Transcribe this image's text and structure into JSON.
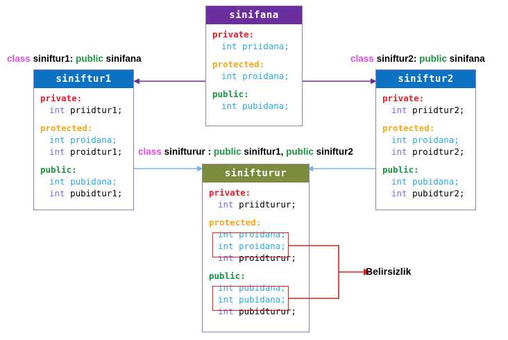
{
  "diagram": {
    "title": "C++ multiple inheritance ambiguity diagram",
    "colors": {
      "base_header": "#6b2e9e",
      "derived_header": "#0b72c4",
      "multi_header": "#7b8c3a",
      "box_border": "#9a7fb5",
      "inherit_arrow": "#6b2e9e",
      "multi_arrow": "#6fb7e8",
      "annotation": "#e02020",
      "private": "#ee1c25",
      "protected": "#f5a81c",
      "public": "#1a9641",
      "inherited_member": "#29abe2",
      "own_keyword": "#7b68ee",
      "caption_class": "#e64ae6",
      "caption_public": "#1a9641"
    }
  },
  "classes": {
    "base": {
      "name": "sinifana",
      "sections": [
        {
          "label": "private:",
          "kind": "private",
          "members": [
            {
              "keyword": "int",
              "name": "priidana;",
              "origin": "inherited"
            }
          ]
        },
        {
          "label": "protected:",
          "kind": "protected",
          "members": [
            {
              "keyword": "int",
              "name": "proidana;",
              "origin": "inherited"
            }
          ]
        },
        {
          "label": "public:",
          "kind": "public",
          "members": [
            {
              "keyword": "int",
              "name": "pubidana;",
              "origin": "inherited"
            }
          ]
        }
      ]
    },
    "derived1": {
      "name": "siniftur1",
      "sections": [
        {
          "label": "private:",
          "kind": "private",
          "members": [
            {
              "keyword": "int",
              "name": "priidtur1;",
              "origin": "own"
            }
          ]
        },
        {
          "label": "protected:",
          "kind": "protected",
          "members": [
            {
              "keyword": "int",
              "name": "proidana;",
              "origin": "inherited"
            },
            {
              "keyword": "int",
              "name": "proidtur1;",
              "origin": "own"
            }
          ]
        },
        {
          "label": "public:",
          "kind": "public",
          "members": [
            {
              "keyword": "int",
              "name": "pubidana;",
              "origin": "inherited"
            },
            {
              "keyword": "int",
              "name": "pubidtur1;",
              "origin": "own"
            }
          ]
        }
      ]
    },
    "derived2": {
      "name": "siniftur2",
      "sections": [
        {
          "label": "private:",
          "kind": "private",
          "members": [
            {
              "keyword": "int",
              "name": "priidtur2;",
              "origin": "own"
            }
          ]
        },
        {
          "label": "protected:",
          "kind": "protected",
          "members": [
            {
              "keyword": "int",
              "name": "proidana;",
              "origin": "inherited"
            },
            {
              "keyword": "int",
              "name": "proidtur2;",
              "origin": "own"
            }
          ]
        },
        {
          "label": "public:",
          "kind": "public",
          "members": [
            {
              "keyword": "int",
              "name": "pubidana;",
              "origin": "inherited"
            },
            {
              "keyword": "int",
              "name": "pubidtur2;",
              "origin": "own"
            }
          ]
        }
      ]
    },
    "multi": {
      "name": "sinifturur",
      "sections": [
        {
          "label": "private:",
          "kind": "private",
          "members": [
            {
              "keyword": "int",
              "name": "priidturur;",
              "origin": "own"
            }
          ]
        },
        {
          "label": "protected:",
          "kind": "protected",
          "members": [
            {
              "keyword": "int",
              "name": "proidana;",
              "origin": "inherited"
            },
            {
              "keyword": "int",
              "name": "proidana;",
              "origin": "inherited"
            },
            {
              "keyword": "int",
              "name": "proidturur;",
              "origin": "own"
            }
          ]
        },
        {
          "label": "public:",
          "kind": "public",
          "members": [
            {
              "keyword": "int",
              "name": "pubidana;",
              "origin": "inherited"
            },
            {
              "keyword": "int",
              "name": "pubidana;",
              "origin": "inherited"
            },
            {
              "keyword": "int",
              "name": "pubidturur;",
              "origin": "own"
            }
          ]
        }
      ]
    }
  },
  "captions": {
    "left": {
      "kw_class": "class",
      "derived": "siniftur1",
      "colon": ":",
      "kw_public": "public",
      "base": "sinifana"
    },
    "right": {
      "kw_class": "class",
      "derived": "siniftur2",
      "colon": ":",
      "kw_public": "public",
      "base": "sinifana"
    },
    "bottom": {
      "kw_class": "class",
      "derived": "sinifturur",
      "colon": ":",
      "kw_public1": "public",
      "base1": "siniftur1",
      "comma": ",",
      "kw_public2": "public",
      "base2": "siniftur2"
    }
  },
  "annotation": {
    "label": "Belirsizlik"
  }
}
